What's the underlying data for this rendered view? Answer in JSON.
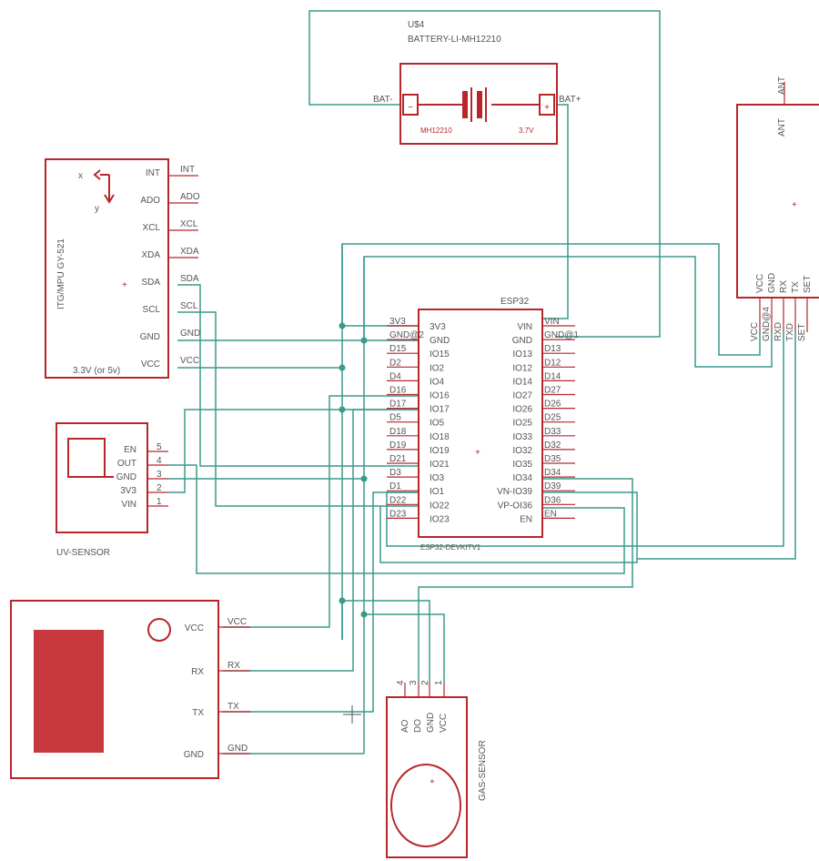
{
  "battery": {
    "ref": "U$4",
    "part": "BATTERY-LI-MH12210",
    "neg_pin": "BAT-",
    "pos_pin": "BAT+",
    "model": "MH12210",
    "voltage": "3.7V",
    "neg_sign": "−",
    "pos_sign": "+"
  },
  "mpu": {
    "title": "ITG/MPU  GY-521",
    "axis_x": "x",
    "axis_y": "y",
    "supply": "3.3V (or 5v)",
    "pins": [
      "INT",
      "ADO",
      "XCL",
      "XDA",
      "SDA",
      "SCL",
      "GND",
      "VCC"
    ],
    "nets": [
      "INT",
      "ADO",
      "XCL",
      "XDA",
      "SDA",
      "SCL",
      "GND",
      "VCC"
    ]
  },
  "uv": {
    "name": "UV-SENSOR",
    "pins": [
      "EN",
      "OUT",
      "GND",
      "3V3",
      "VIN"
    ],
    "nums": [
      "5",
      "4",
      "3",
      "2",
      "1"
    ]
  },
  "esp": {
    "ref": "ESP32",
    "name": "ESP32-DEVKITV1",
    "center": "+",
    "left_pins": [
      "3V3",
      "GND",
      "IO15",
      "IO2",
      "IO4",
      "IO16",
      "IO17",
      "IO5",
      "IO18",
      "IO19",
      "IO21",
      "IO3",
      "IO1",
      "IO22",
      "IO23"
    ],
    "left_nets": [
      "3V3",
      "GND@2",
      "D15",
      "D2",
      "D4",
      "D16",
      "D17",
      "D5",
      "D18",
      "D19",
      "D21",
      "D3",
      "D1",
      "D22",
      "D23"
    ],
    "right_pins": [
      "VIN",
      "GND",
      "IO13",
      "IO12",
      "IO14",
      "IO27",
      "IO26",
      "IO25",
      "IO33",
      "IO32",
      "IO35",
      "IO34",
      "VN-IO39",
      "VP-OI36",
      "EN"
    ],
    "right_nets": [
      "VIN",
      "GND@1",
      "D13",
      "D12",
      "D14",
      "D27",
      "D26",
      "D25",
      "D33",
      "D32",
      "D35",
      "D34",
      "D39",
      "D36",
      "EN"
    ]
  },
  "radio": {
    "ant": "ANT",
    "ant_inner": "ANT",
    "center": "+",
    "pins": [
      "VCC",
      "GND",
      "RX",
      "TX",
      "SET"
    ],
    "nets": [
      "VCC",
      "GND@4",
      "RXD",
      "TXD",
      "SET"
    ]
  },
  "gps": {
    "pins": [
      "VCC",
      "RX",
      "TX",
      "GND"
    ],
    "nets": [
      "VCC",
      "RX",
      "TX",
      "GND"
    ]
  },
  "gas": {
    "name": "GAS-SENSOR",
    "center": "+",
    "pins": [
      "AO",
      "DO",
      "GND",
      "VCC"
    ],
    "nums": [
      "4",
      "3",
      "2",
      "1"
    ]
  },
  "cursor": "crosshair"
}
